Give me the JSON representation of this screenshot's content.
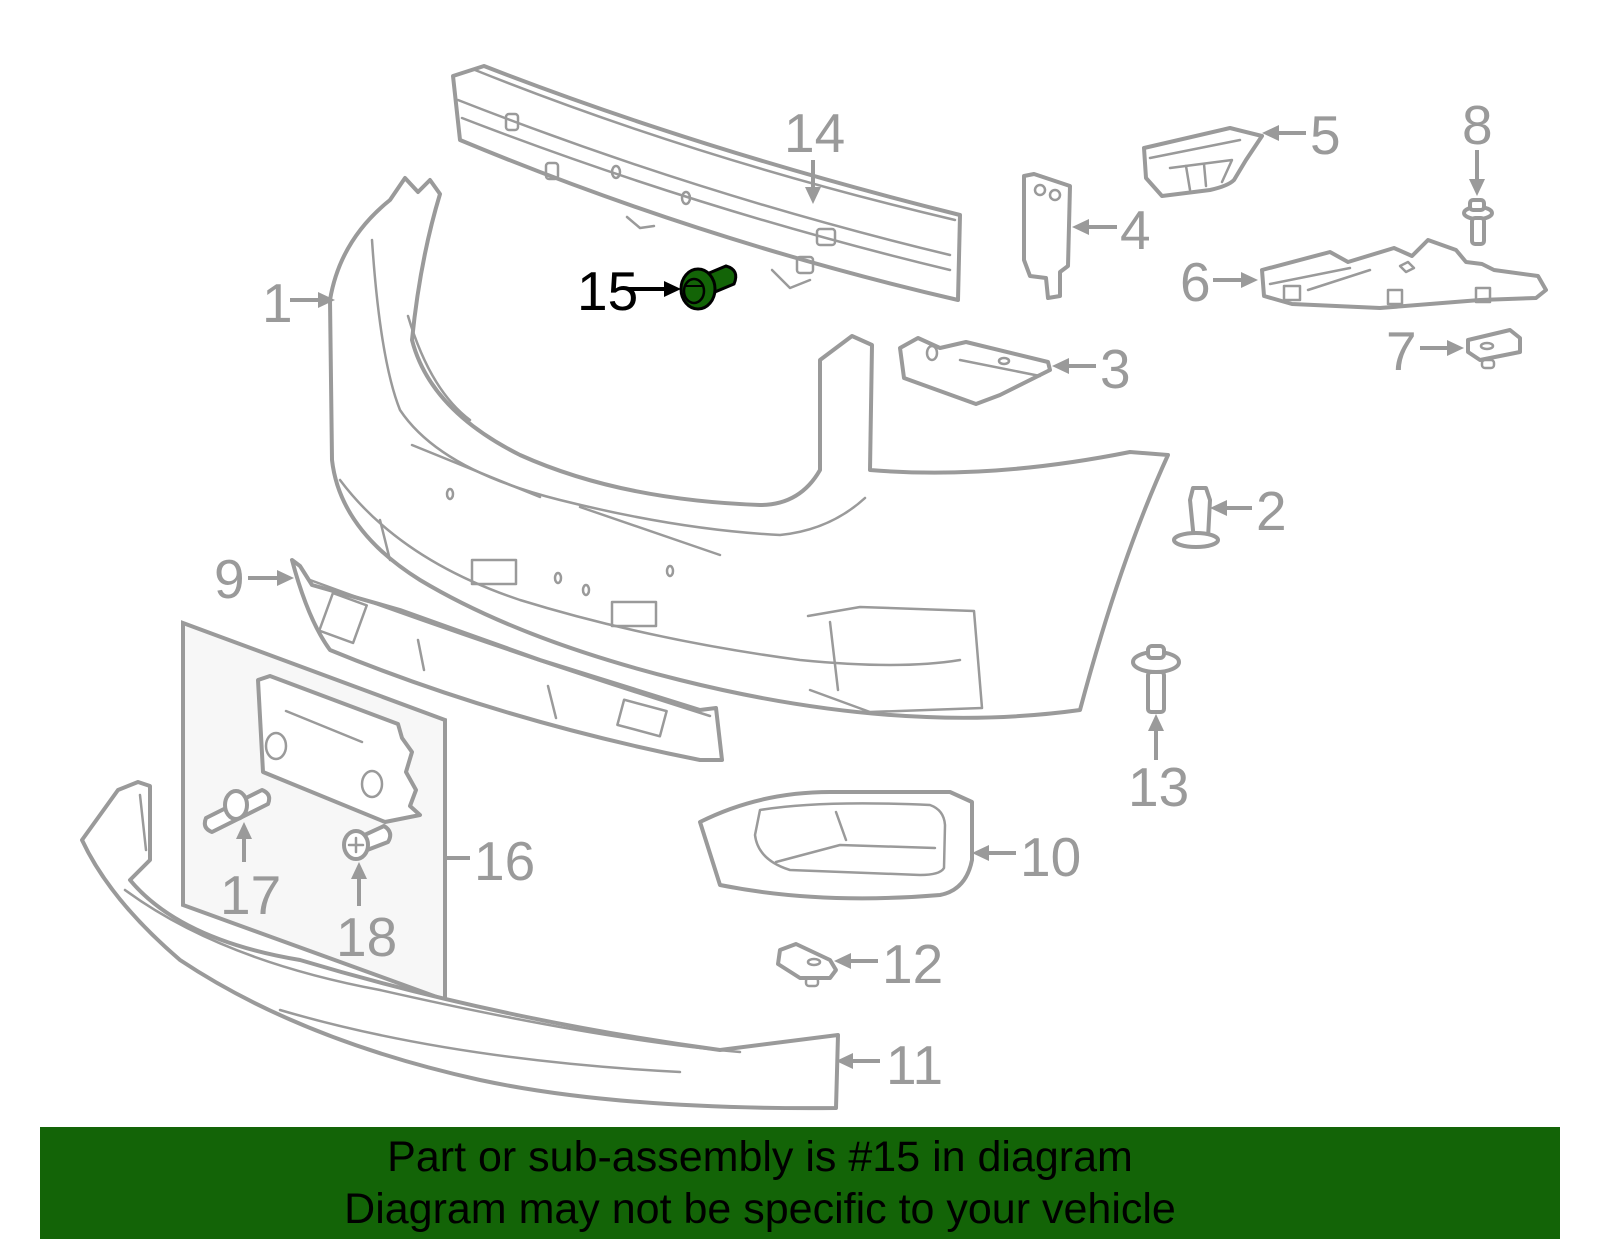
{
  "diagram": {
    "title": "Front bumper assembly exploded parts diagram",
    "highlight_color": "#136407",
    "line_color": "#9a9a9a",
    "highlighted_part": "15",
    "callouts": [
      {
        "id": "1",
        "label": "1"
      },
      {
        "id": "2",
        "label": "2"
      },
      {
        "id": "3",
        "label": "3"
      },
      {
        "id": "4",
        "label": "4"
      },
      {
        "id": "5",
        "label": "5"
      },
      {
        "id": "6",
        "label": "6"
      },
      {
        "id": "7",
        "label": "7"
      },
      {
        "id": "8",
        "label": "8"
      },
      {
        "id": "9",
        "label": "9"
      },
      {
        "id": "10",
        "label": "10"
      },
      {
        "id": "11",
        "label": "11"
      },
      {
        "id": "12",
        "label": "12"
      },
      {
        "id": "13",
        "label": "13"
      },
      {
        "id": "14",
        "label": "14"
      },
      {
        "id": "15",
        "label": "15"
      },
      {
        "id": "16",
        "label": "16"
      },
      {
        "id": "17",
        "label": "17"
      },
      {
        "id": "18",
        "label": "18"
      }
    ]
  },
  "banner": {
    "line1": "Part or sub-assembly is #15 in diagram",
    "line2": "Diagram may not be specific to your vehicle",
    "background": "#136407"
  }
}
